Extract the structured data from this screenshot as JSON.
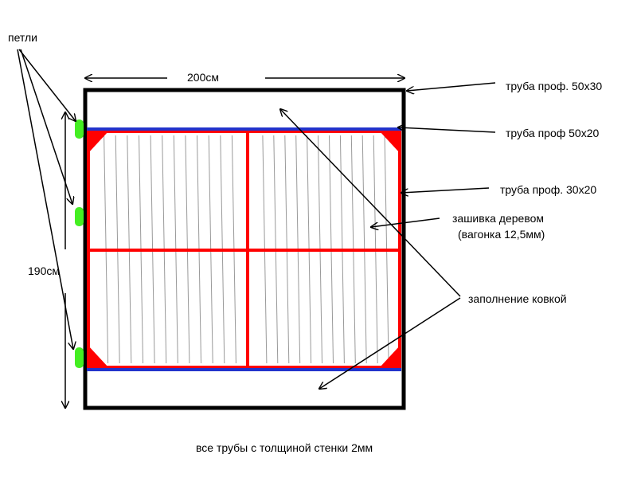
{
  "labels": {
    "hinges": "петли",
    "width": "200см",
    "height": "190см",
    "pipe_50x30": "труба проф. 50х30",
    "pipe_50x20": "труба проф 50х20",
    "pipe_30x20": "труба проф. 30х20",
    "wood_line1": "зашивка деревом",
    "wood_line2": "(вагонка 12,5мм)",
    "forging": "заполнение ковкой",
    "footnote": "все трубы с толщиной стенки 2мм"
  },
  "colors": {
    "outer_frame": "#000000",
    "blue_pipe": "#2233cc",
    "red_frame": "#ff0000",
    "hinge": "#44ee22",
    "planks": "#999999",
    "arrows": "#000000"
  }
}
